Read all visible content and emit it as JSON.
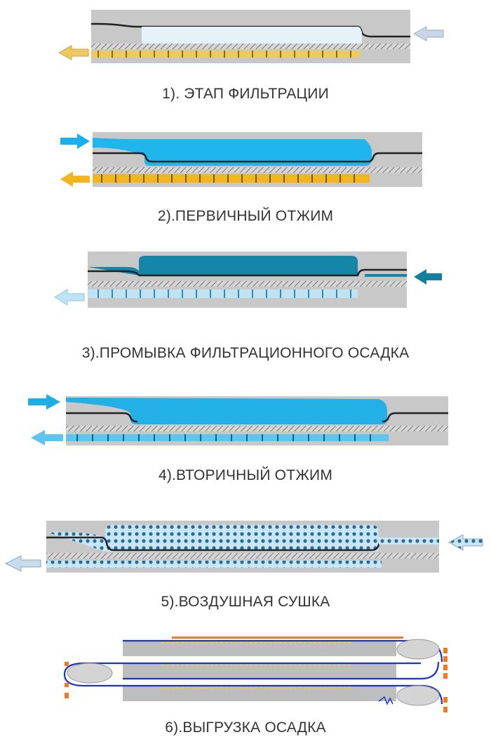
{
  "stages": [
    {
      "caption": "1). ЭТАП ФИЛЬТРАЦИИ",
      "fill": "#e6f2fa",
      "inlet": "#c8d6e8",
      "outlet": "#f0c860"
    },
    {
      "caption": "2).ПЕРВИЧНЫЙ ОТЖИМ",
      "fill": "#1fb6ee",
      "inlet": "#19b0ec",
      "outlet": "#f2b51e"
    },
    {
      "caption": "3).ПРОМЫВКА ФИЛЬТРАЦИОННОГО ОСАДКА",
      "fill": "#1585a8",
      "inlet": "#11809f",
      "outlet": "#bfe3f3"
    },
    {
      "caption": "4).ВТОРИЧНЫЙ ОТЖИМ",
      "fill": "#22b0e6",
      "inlet": "#1eaee6",
      "outlet": "#5fc4ee"
    },
    {
      "caption": "5).ВОЗДУШНАЯ СУШКА",
      "fill": "#c9e6f6",
      "inlet": "#b8d2e6",
      "outlet": "#c8dcee"
    },
    {
      "caption": "6).ВЫГРУЗКА ОСАДКА"
    }
  ]
}
